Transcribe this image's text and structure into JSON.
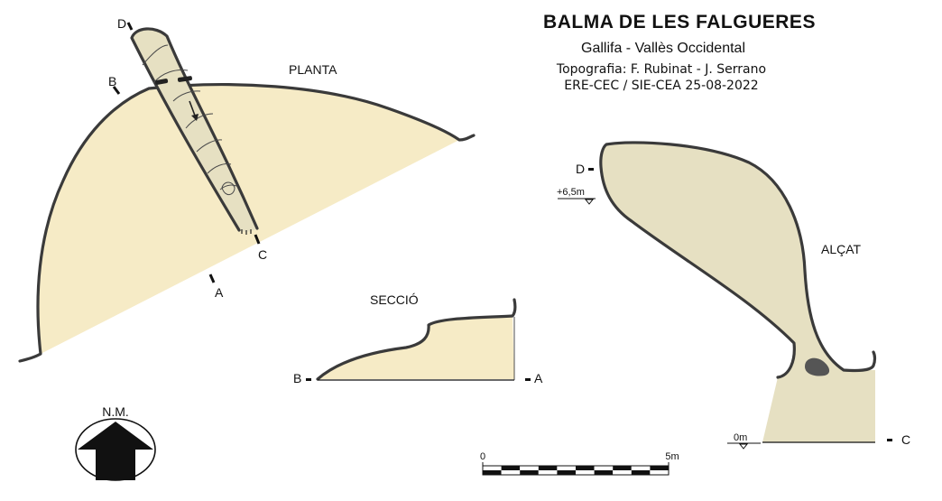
{
  "title": "BALMA DE LES FALGUERES",
  "location": "Gallifa - Vallès Occidental",
  "credits": {
    "topography": "Topografia: F. Rubinat - J. Serrano",
    "team_date": "ERE-CEC / SIE-CEA  25-08-2022"
  },
  "views": {
    "plan": "PLANTA",
    "section": "SECCIÓ",
    "elevation": "ALÇAT"
  },
  "points": {
    "a": "A",
    "b": "B",
    "c": "C",
    "d": "D"
  },
  "levels": {
    "top": "+6,5m",
    "base": "0m"
  },
  "north": "N.M.",
  "scale": {
    "start": "0",
    "end": "5m",
    "segments": 10
  },
  "colors": {
    "shelter_fill": "#f6ebc6",
    "cave_fill": "#e6e0c2",
    "wall_stroke": "#3a3a3a"
  }
}
